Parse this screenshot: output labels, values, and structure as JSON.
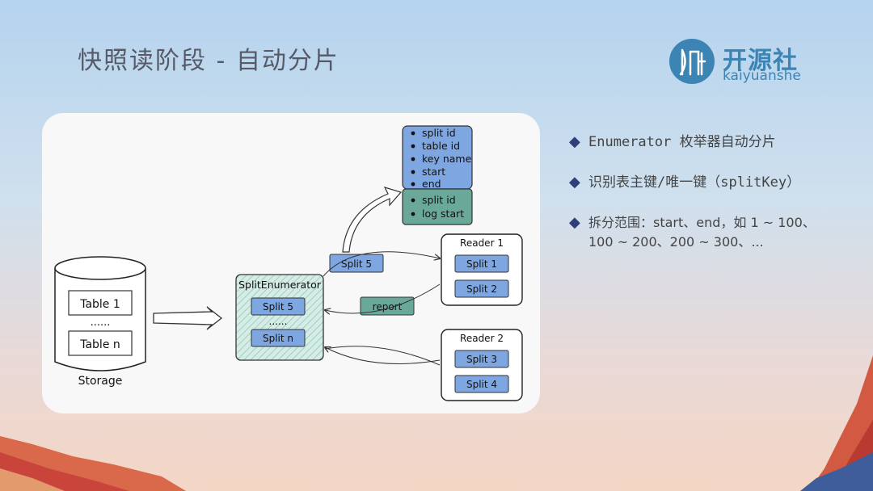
{
  "slide": {
    "title": "快照读阶段 - 自动分片"
  },
  "logo": {
    "cn": "开源社",
    "en": "kaiyuanshe",
    "color": "#3c84b4"
  },
  "diagram": {
    "storage": {
      "tables": [
        "Table 1",
        "......",
        "Table n"
      ],
      "label": "Storage"
    },
    "enumerator": {
      "title": "SplitEnumerator",
      "splits": [
        "Split 5",
        "......",
        "Split n"
      ]
    },
    "split5_box": "Split 5",
    "report_box": "report",
    "reader1": {
      "title": "Reader 1",
      "splits": [
        "Split 1",
        "Split 2"
      ]
    },
    "reader2": {
      "title": "Reader 2",
      "splits": [
        "Split 3",
        "Split 4"
      ]
    },
    "split_fields_top": [
      "split id",
      "table id",
      "key name",
      "start",
      "end"
    ],
    "split_fields_bottom": [
      "split id",
      "log start"
    ]
  },
  "bullets": [
    {
      "text": "Enumerator 枚举器自动分片"
    },
    {
      "text": "识别表主键/唯一键（splitKey）"
    },
    {
      "line1": "拆分范围：start、end，如 1 ~ 100、",
      "line2": "100 ~ 200、200 ~ 300、..."
    }
  ],
  "colors": {
    "blue_box": "#7ea6e0",
    "green_box": "#6aa89a",
    "enumerator_fill": "#cfe8e2",
    "bullet_mark": "#2f3f7a"
  }
}
